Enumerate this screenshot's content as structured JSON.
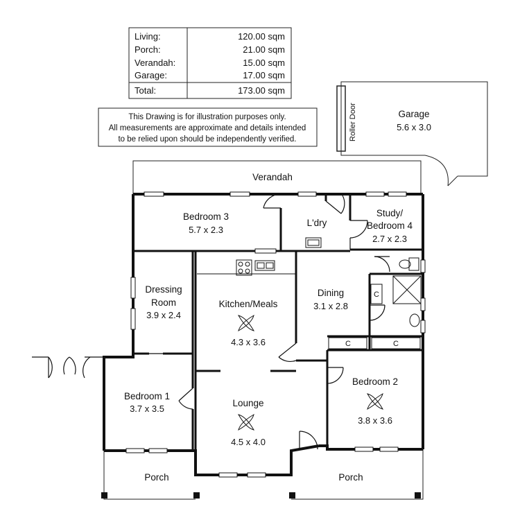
{
  "area_schedule": {
    "rows": [
      {
        "label": "Living:",
        "value": "120.00 sqm"
      },
      {
        "label": "Porch:",
        "value": "21.00 sqm"
      },
      {
        "label": "Verandah:",
        "value": "15.00 sqm"
      },
      {
        "label": "Garage:",
        "value": "17.00 sqm"
      }
    ],
    "total": {
      "label": "Total:",
      "value": "173.00 sqm"
    }
  },
  "disclaimer": {
    "line1": "This Drawing is for illustration purposes only.",
    "line2": "All measurements are approximate and details intended",
    "line3": "to be relied upon should be independently verified."
  },
  "rooms": {
    "garage": {
      "name": "Garage",
      "dims": "5.6 x 3.0"
    },
    "roller_door": "Roller Door",
    "verandah": "Verandah",
    "bedroom3": {
      "name": "Bedroom 3",
      "dims": "5.7 x 2.3"
    },
    "laundry": "L'dry",
    "study": {
      "name1": "Study/",
      "name2": "Bedroom 4",
      "dims": "2.7 x 2.3"
    },
    "dressing": {
      "name1": "Dressing",
      "name2": "Room",
      "dims": "3.9 x 2.4"
    },
    "kitchen": {
      "name": "Kitchen/Meals",
      "dims": "4.3 x 3.6"
    },
    "dining": {
      "name": "Dining",
      "dims": "3.1 x 2.8"
    },
    "bedroom1": {
      "name": "Bedroom 1",
      "dims": "3.7 x 3.5"
    },
    "lounge": {
      "name": "Lounge",
      "dims": "4.5 x 4.0"
    },
    "bedroom2": {
      "name": "Bedroom 2",
      "dims": "3.8 x 3.6"
    },
    "porch_left": "Porch",
    "porch_right": "Porch"
  },
  "cupboard_labels": [
    "C",
    "C",
    "C"
  ]
}
